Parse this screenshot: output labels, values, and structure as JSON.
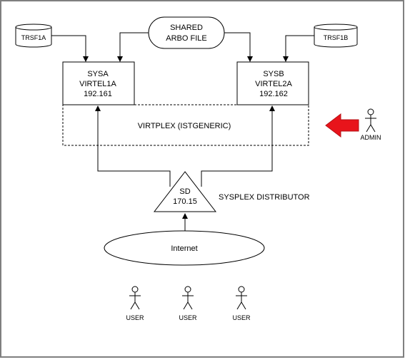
{
  "storage": {
    "left_label": "TRSF1A",
    "right_label": "TRSF1B"
  },
  "shared_file": {
    "line1": "SHARED",
    "line2": "ARBO FILE"
  },
  "sysa": {
    "line1": "SYSA",
    "line2": "VIRTEL1A",
    "line3": "192.161"
  },
  "sysb": {
    "line1": "SYSB",
    "line2": "VIRTEL2A",
    "line3": "192.162"
  },
  "virtplex": {
    "label": "VIRTPLEX (ISTGENERIC)"
  },
  "admin": {
    "label": "ADMIN",
    "arrow_color": "#e8141b"
  },
  "distributor": {
    "line1": "SD",
    "line2": "170.15",
    "caption": "SYSPLEX DISTRIBUTOR"
  },
  "internet": {
    "label": "Internet"
  },
  "users": [
    {
      "label": "USER"
    },
    {
      "label": "USER"
    },
    {
      "label": "USER"
    }
  ],
  "colors": {
    "frame_border": "#7f7f7f",
    "line": "#000000",
    "admin_arrow": "#e8141b"
  }
}
